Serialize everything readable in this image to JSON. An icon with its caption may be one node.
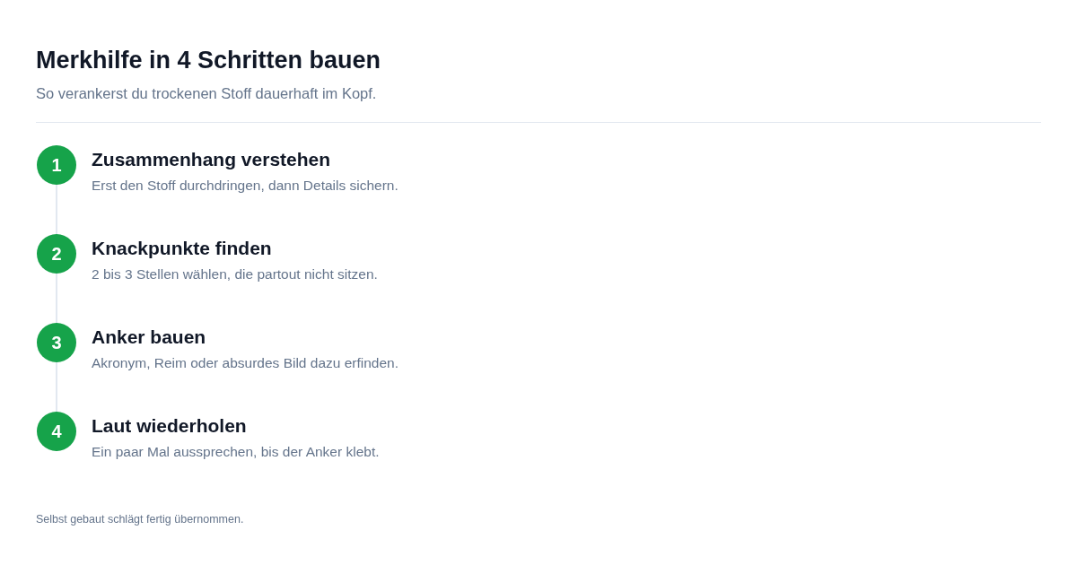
{
  "diagram": {
    "title": "Merkhilfe in 4 Schritten bauen",
    "caption": "Selbst gebaut schlägt fertig übernommen.",
    "nodes": [
      {
        "text": [
          "1"
        ],
        "beside": [
          "Zusammenhang verstehen",
          "Erst den Stoff durchdringen, dann Details sichern."
        ]
      },
      {
        "text": [
          "2"
        ],
        "beside": [
          "Knackpunkte finden",
          "2 bis 3 Stellen wählen, die partout nicht sitzen."
        ]
      },
      {
        "text": [
          "3"
        ],
        "beside": [
          "Anker bauen",
          "Akronym, Reim oder absurdes Bild dazu erfinden."
        ]
      },
      {
        "text": [
          "4"
        ],
        "beside": [
          "Laut wiederholen",
          "Ein paar Mal aussprechen, bis der Anker klebt."
        ]
      }
    ],
    "edges": [
      {
        "from": 0,
        "to": 1,
        "arrow": "none"
      },
      {
        "from": 1,
        "to": 2,
        "arrow": "none"
      },
      {
        "from": 2,
        "to": 3,
        "arrow": "none"
      }
    ],
    "labels": [
      "So verankerst du trockenen Stoff dauerhaft im Kopf."
    ]
  }
}
